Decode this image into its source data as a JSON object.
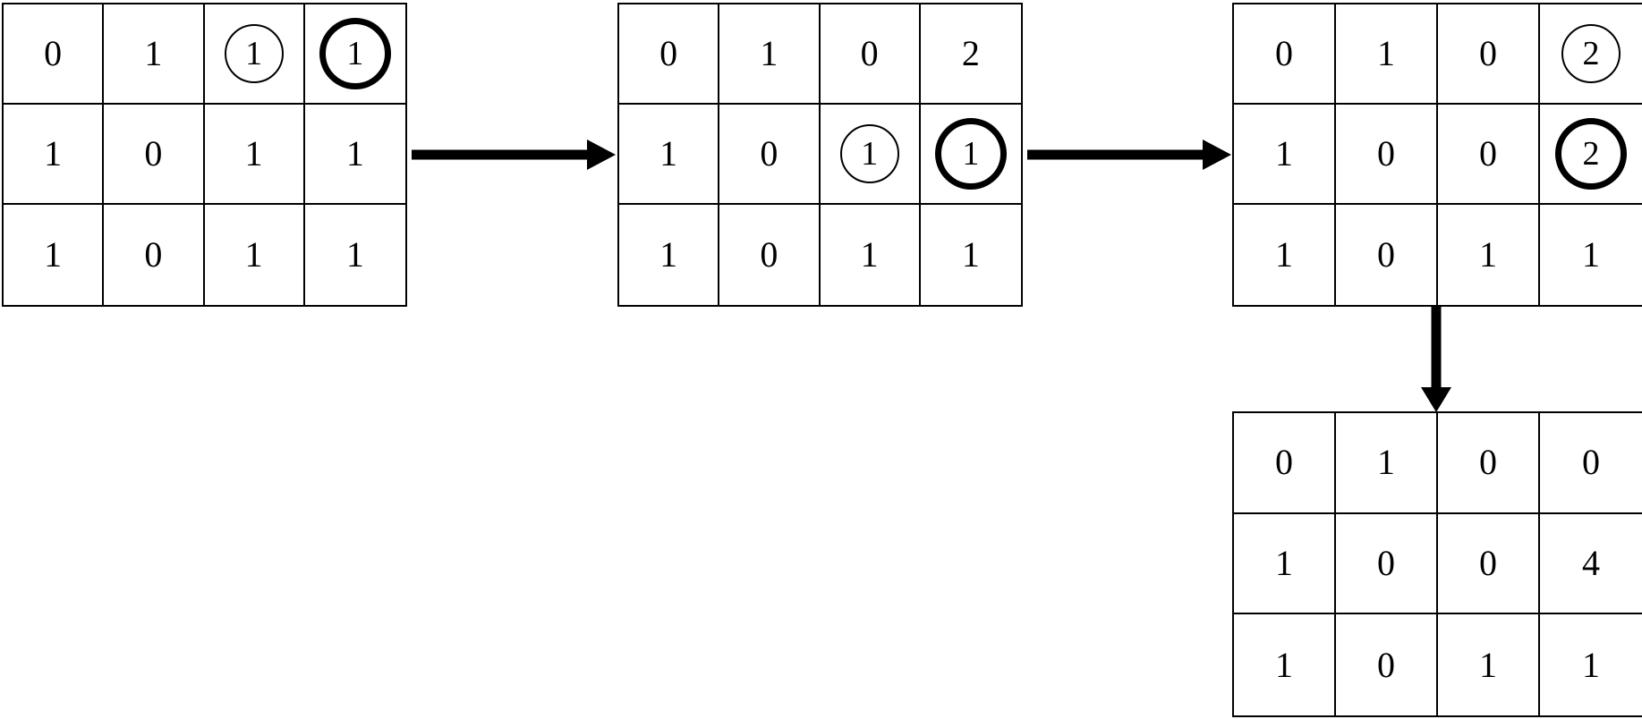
{
  "figure": {
    "type": "matrix-transformation-diagram",
    "background_color": "#ffffff",
    "line_color": "#000000",
    "grids": [
      {
        "id": "grid-1",
        "name": "matrix-step-1",
        "rows": 3,
        "cols": 4,
        "cells": [
          [
            {
              "value": "0",
              "mark": "none"
            },
            {
              "value": "1",
              "mark": "none"
            },
            {
              "value": "1",
              "mark": "circle-thin"
            },
            {
              "value": "1",
              "mark": "circle-bold"
            }
          ],
          [
            {
              "value": "1",
              "mark": "none"
            },
            {
              "value": "0",
              "mark": "none"
            },
            {
              "value": "1",
              "mark": "none"
            },
            {
              "value": "1",
              "mark": "none"
            }
          ],
          [
            {
              "value": "1",
              "mark": "none"
            },
            {
              "value": "0",
              "mark": "none"
            },
            {
              "value": "1",
              "mark": "none"
            },
            {
              "value": "1",
              "mark": "none"
            }
          ]
        ]
      },
      {
        "id": "grid-2",
        "name": "matrix-step-2",
        "rows": 3,
        "cols": 4,
        "cells": [
          [
            {
              "value": "0",
              "mark": "none"
            },
            {
              "value": "1",
              "mark": "none"
            },
            {
              "value": "0",
              "mark": "none"
            },
            {
              "value": "2",
              "mark": "none"
            }
          ],
          [
            {
              "value": "1",
              "mark": "none"
            },
            {
              "value": "0",
              "mark": "none"
            },
            {
              "value": "1",
              "mark": "circle-thin"
            },
            {
              "value": "1",
              "mark": "circle-bold"
            }
          ],
          [
            {
              "value": "1",
              "mark": "none"
            },
            {
              "value": "0",
              "mark": "none"
            },
            {
              "value": "1",
              "mark": "none"
            },
            {
              "value": "1",
              "mark": "none"
            }
          ]
        ]
      },
      {
        "id": "grid-3",
        "name": "matrix-step-3",
        "rows": 3,
        "cols": 4,
        "cells": [
          [
            {
              "value": "0",
              "mark": "none"
            },
            {
              "value": "1",
              "mark": "none"
            },
            {
              "value": "0",
              "mark": "none"
            },
            {
              "value": "2",
              "mark": "circle-thin"
            }
          ],
          [
            {
              "value": "1",
              "mark": "none"
            },
            {
              "value": "0",
              "mark": "none"
            },
            {
              "value": "0",
              "mark": "none"
            },
            {
              "value": "2",
              "mark": "circle-bold"
            }
          ],
          [
            {
              "value": "1",
              "mark": "none"
            },
            {
              "value": "0",
              "mark": "none"
            },
            {
              "value": "1",
              "mark": "none"
            },
            {
              "value": "1",
              "mark": "none"
            }
          ]
        ]
      },
      {
        "id": "grid-4",
        "name": "matrix-step-4",
        "rows": 3,
        "cols": 4,
        "cells": [
          [
            {
              "value": "0",
              "mark": "none"
            },
            {
              "value": "1",
              "mark": "none"
            },
            {
              "value": "0",
              "mark": "none"
            },
            {
              "value": "0",
              "mark": "none"
            }
          ],
          [
            {
              "value": "1",
              "mark": "none"
            },
            {
              "value": "0",
              "mark": "none"
            },
            {
              "value": "0",
              "mark": "none"
            },
            {
              "value": "4",
              "mark": "none"
            }
          ],
          [
            {
              "value": "1",
              "mark": "none"
            },
            {
              "value": "0",
              "mark": "none"
            },
            {
              "value": "1",
              "mark": "none"
            },
            {
              "value": "1",
              "mark": "none"
            }
          ]
        ]
      }
    ],
    "arrows": [
      {
        "id": "arrow-1",
        "name": "arrow-step1-to-step2",
        "direction": "right"
      },
      {
        "id": "arrow-2",
        "name": "arrow-step2-to-step3",
        "direction": "right"
      },
      {
        "id": "arrow-3",
        "name": "arrow-step3-to-step4",
        "direction": "down"
      }
    ]
  }
}
